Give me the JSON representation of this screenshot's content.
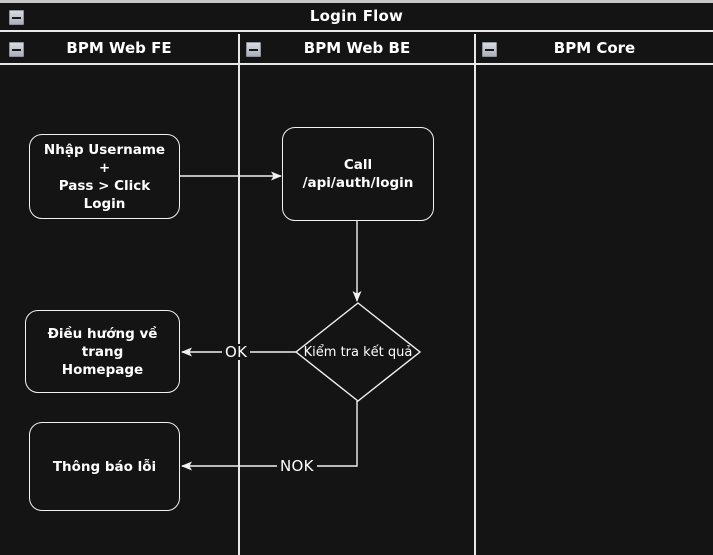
{
  "diagram": {
    "title": "Login Flow",
    "type": "swimlane-flowchart",
    "background_color": "#141414",
    "stroke_color": "#f2f2f2",
    "text_color": "#ffffff"
  },
  "pool": {
    "title": "Login Flow",
    "collapse_icon": "minus-icon"
  },
  "lanes": [
    {
      "id": "fe",
      "label": "BPM Web FE",
      "collapse_icon": "minus-icon"
    },
    {
      "id": "be",
      "label": "BPM Web BE",
      "collapse_icon": "minus-icon"
    },
    {
      "id": "core",
      "label": "BPM Core",
      "collapse_icon": "minus-icon"
    }
  ],
  "nodes": [
    {
      "id": "input-credentials",
      "lane": "fe",
      "shape": "rounded-rect",
      "label": "Nhập Username +\nPass > Click Login"
    },
    {
      "id": "call-login-api",
      "lane": "be",
      "shape": "rounded-rect",
      "label": "Call /api/auth/login"
    },
    {
      "id": "check-result",
      "lane": "be",
      "shape": "diamond",
      "label": "Kiểm tra kết quả"
    },
    {
      "id": "redirect-homepage",
      "lane": "fe",
      "shape": "rounded-rect",
      "label": "Điều hướng về trang\nHomepage"
    },
    {
      "id": "show-error",
      "lane": "fe",
      "shape": "rounded-rect",
      "label": "Thông báo lỗi"
    }
  ],
  "edges": [
    {
      "id": "e1",
      "from": "input-credentials",
      "to": "call-login-api",
      "label": ""
    },
    {
      "id": "e2",
      "from": "call-login-api",
      "to": "check-result",
      "label": ""
    },
    {
      "id": "e3",
      "from": "check-result",
      "to": "redirect-homepage",
      "label": "OK"
    },
    {
      "id": "e4",
      "from": "check-result",
      "to": "show-error",
      "label": "NOK"
    }
  ]
}
